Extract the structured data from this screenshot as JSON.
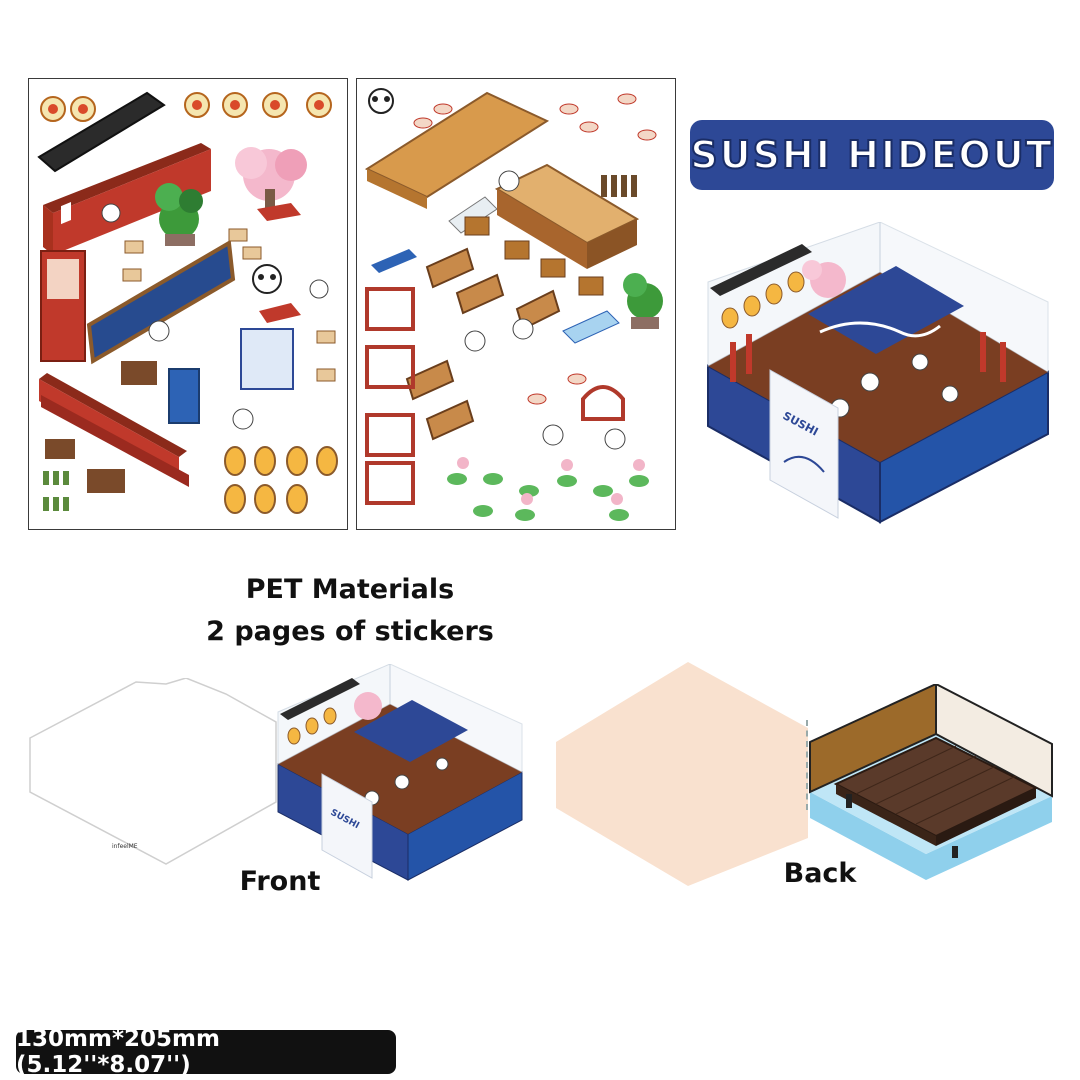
{
  "product": {
    "title": "SUSHI HIDEOUT",
    "banner_text": "SUSHI",
    "materials_line1": "PET Materials",
    "materials_line2": "2 pages of stickers",
    "front_label": "Front",
    "back_label": "Back",
    "size_label": "130mm*205mm (5.12''*8.07'')",
    "board_mark": "infeelME"
  },
  "colors": {
    "brand_blue": "#2d4896",
    "wood": "#c9873d",
    "red_frame": "#c0392b",
    "sakura": "#f2b5c8",
    "lantern": "#f5b742",
    "peach_board": "#f9e1cf"
  },
  "icons": [
    "lantern-icon",
    "sakura-tree-icon",
    "bamboo-icon",
    "panda-icon",
    "bear-icon",
    "bunny-icon",
    "sushi-icon",
    "vending-machine-icon"
  ]
}
